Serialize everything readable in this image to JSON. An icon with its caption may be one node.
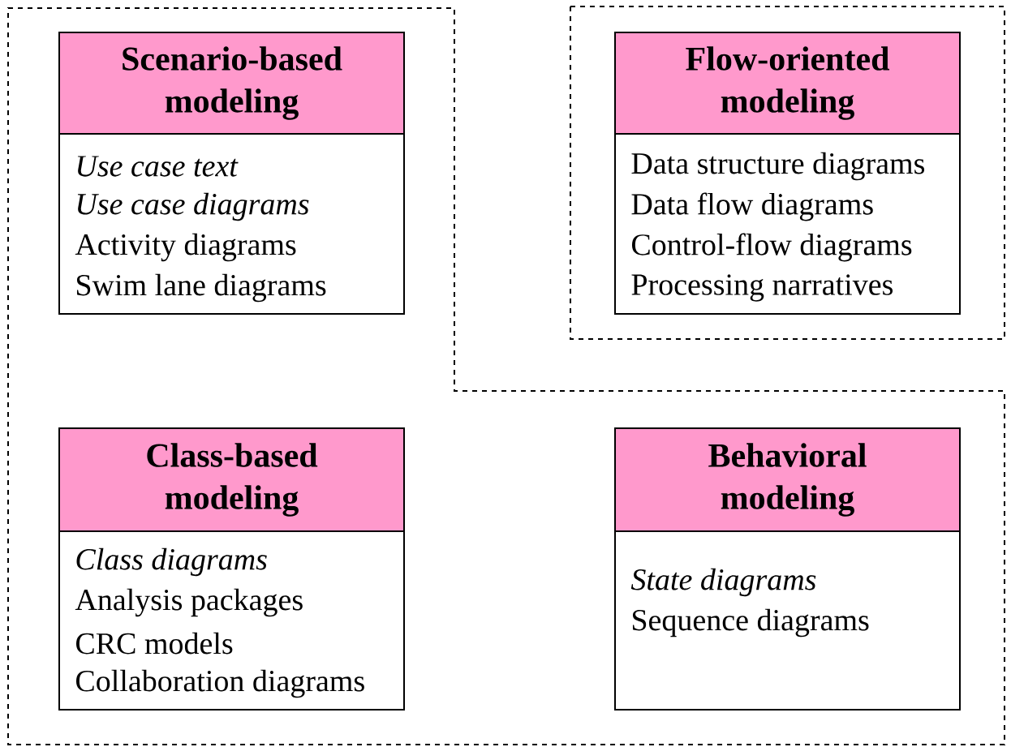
{
  "diagram": {
    "nodes": [
      {
        "text": [],
        "shape": "box"
      },
      {
        "text": [
          "Scenario-based modeling",
          "*Use case text*",
          "*Use case diagrams*",
          "Activity diagrams",
          "Swim lane diagrams"
        ],
        "in": 0
      },
      {
        "text": [
          "Class-based modeling",
          "*Class diagrams*",
          "Analysis packages",
          "CRC models",
          "Collaboration diagrams"
        ],
        "in": 0
      },
      {
        "text": [
          "Behavioral modeling",
          "*State diagrams*",
          "Sequence diagrams"
        ],
        "in": 0
      },
      {
        "text": [],
        "shape": "box"
      },
      {
        "text": [
          "Flow-oriented modeling",
          "Data structure diagrams",
          "Data flow diagrams",
          "Control-flow diagrams",
          "Processing narratives"
        ],
        "in": 4
      }
    ]
  }
}
